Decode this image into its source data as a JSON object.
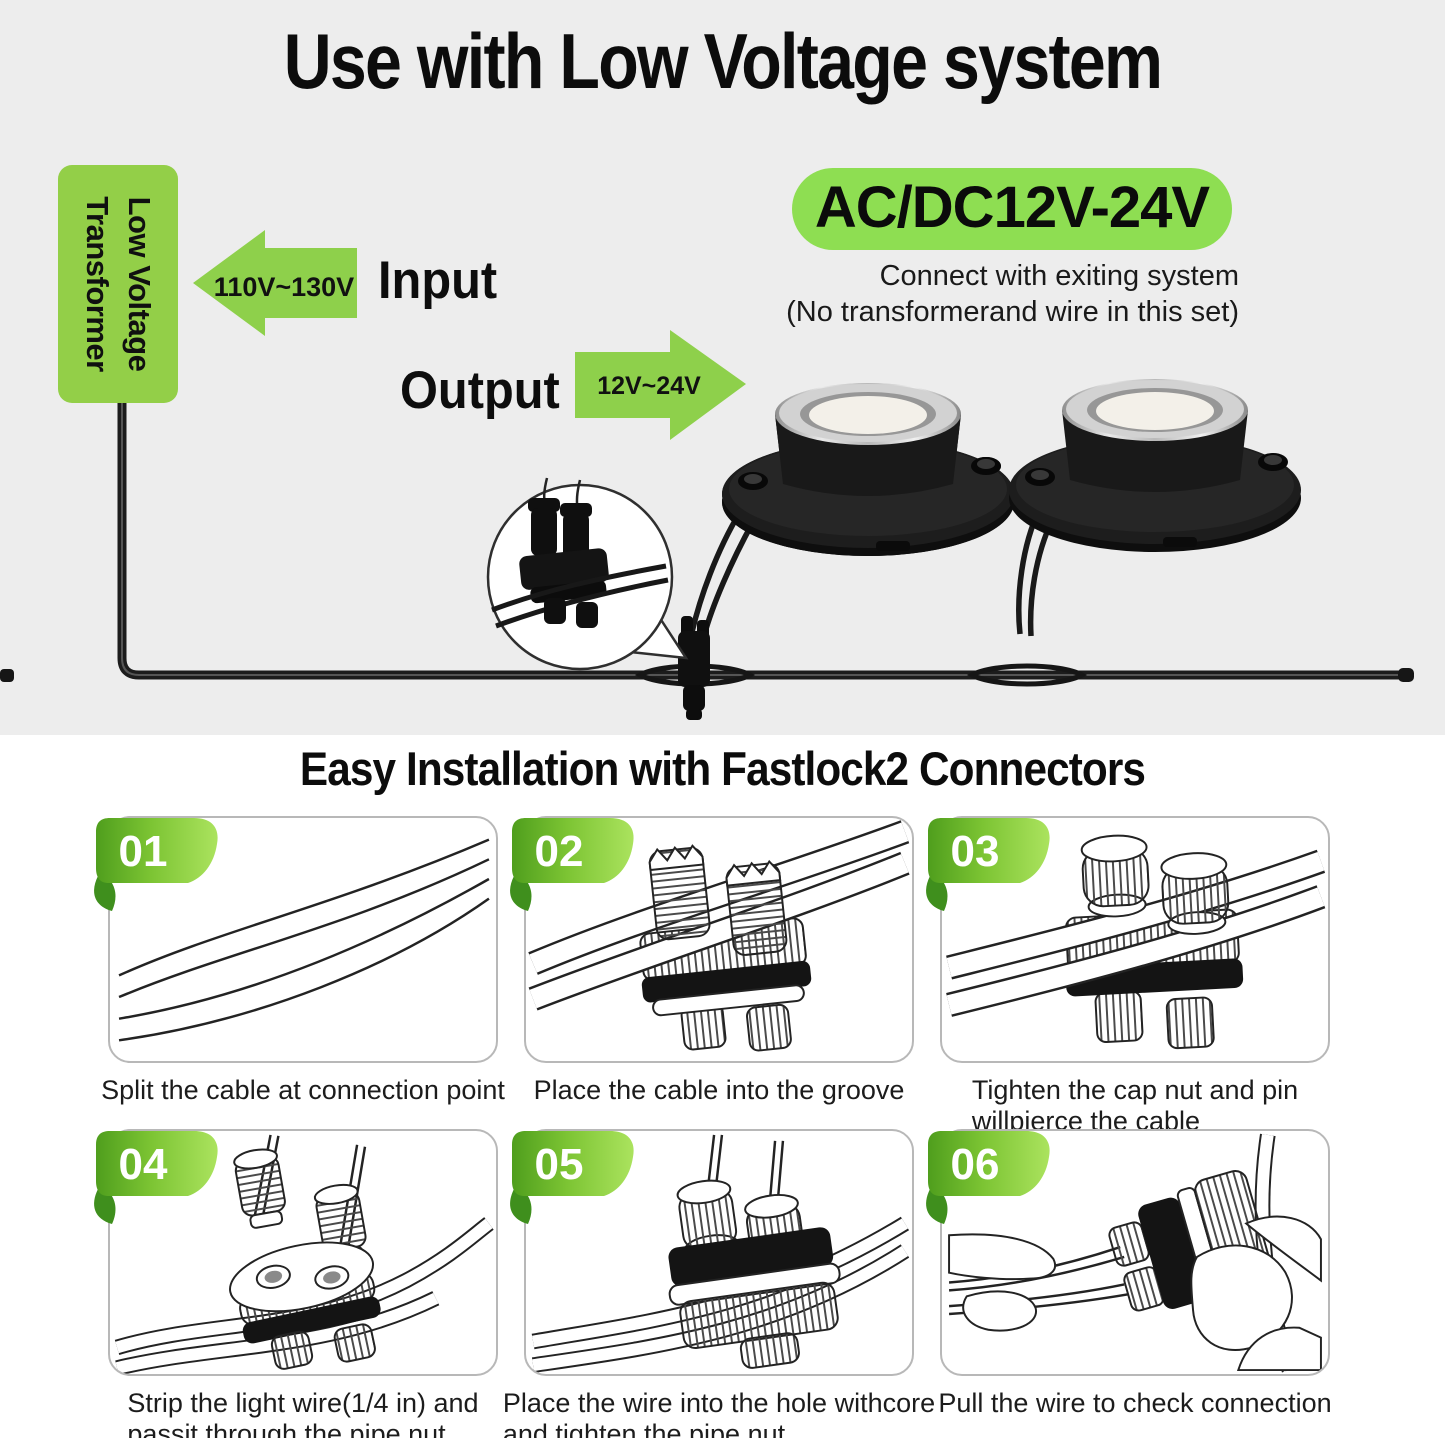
{
  "top": {
    "title": "Use with Low Voltage system",
    "transformer_line1": "Low Voltage",
    "transformer_line2": "Transformer",
    "input_arrow_text": "110V~130V",
    "input_label": "Input",
    "output_label": "Output",
    "output_arrow_text": "12V~24V",
    "badge": "AC/DC12V-24V",
    "badge_caption_line1": "Connect with exiting system",
    "badge_caption_line2": "(No transformerand wire in this set)"
  },
  "installation": {
    "title": "Easy Installation with Fastlock2 Connectors",
    "steps": [
      {
        "num": "01",
        "caption_lines": [
          "Split the cable at connection point"
        ]
      },
      {
        "num": "02",
        "caption_lines": [
          "Place the cable into the groove"
        ]
      },
      {
        "num": "03",
        "caption_lines": [
          "Tighten the cap nut and pin",
          "willpierce the cable"
        ]
      },
      {
        "num": "04",
        "caption_lines": [
          "Strip the light wire(1/4 in) and",
          "passit through the pipe nut"
        ]
      },
      {
        "num": "05",
        "caption_lines": [
          "Place the wire into the hole withcore",
          "and tighten the pipe nut"
        ]
      },
      {
        "num": "06",
        "caption_lines": [
          "Pull the wire to check connection"
        ]
      }
    ]
  },
  "colors": {
    "background_top": "#ededed",
    "background_bottom": "#ffffff",
    "accent_green": "#8ed04b",
    "badge_green": "#8ede52",
    "ribbon_green_dark": "#4f9e1d",
    "ribbon_green_light": "#abe35e",
    "text": "#111111"
  }
}
